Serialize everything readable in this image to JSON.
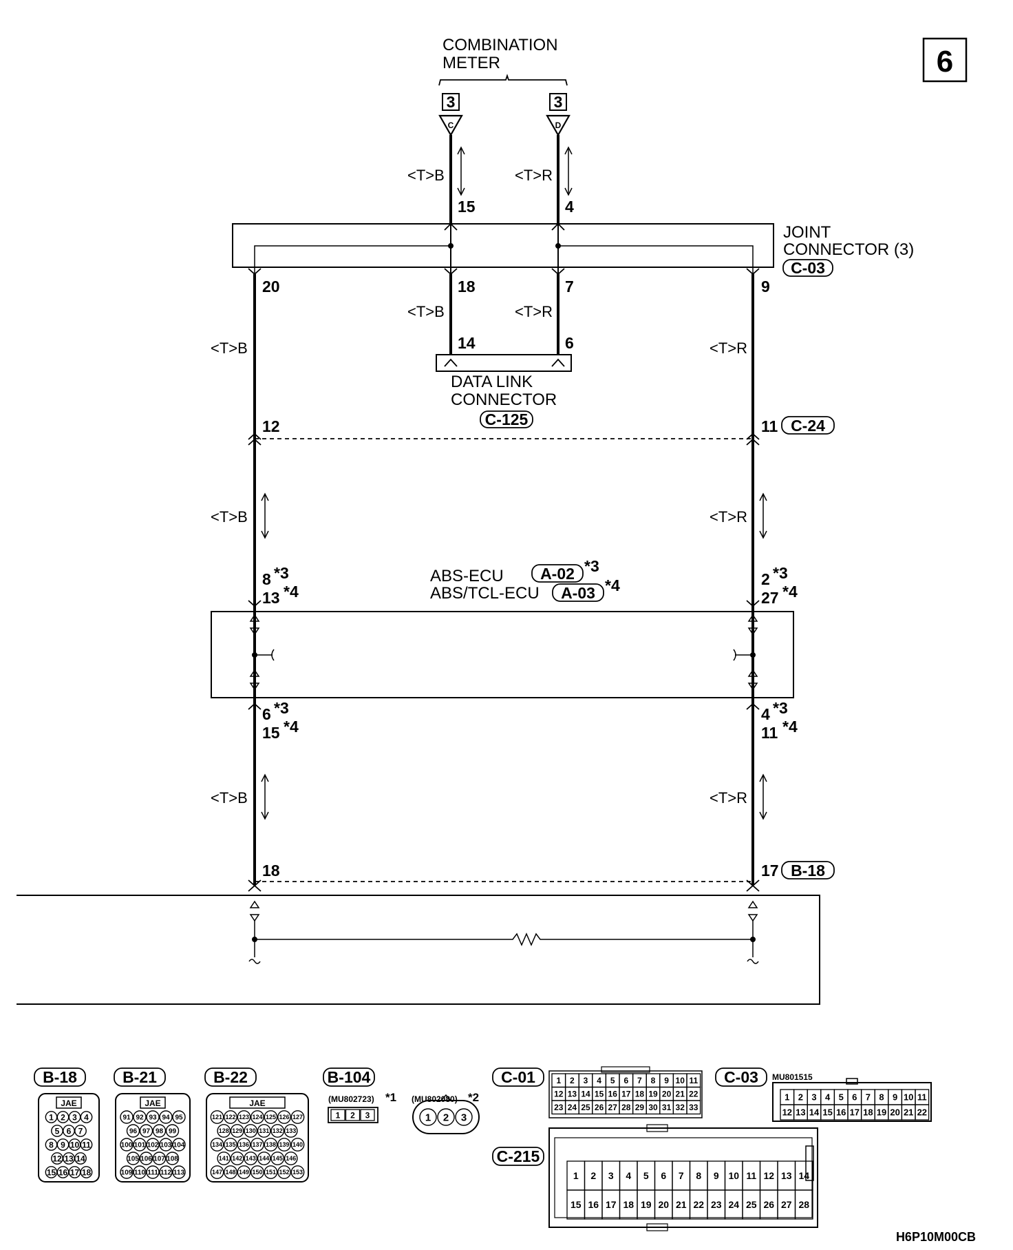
{
  "page_badge": "6",
  "figure_code": "H6P10M00CB",
  "combination_meter": {
    "title_line1": "COMBINATION",
    "title_line2": "METER",
    "left_tag": "3",
    "left_terminal": "C",
    "right_tag": "3",
    "right_terminal": "D"
  },
  "wire_labels": {
    "can_b": "<T>B",
    "can_r": "<T>R"
  },
  "joint_connector": {
    "title_line1": "JOINT",
    "title_line2": "CONNECTOR (3)",
    "code": "C-03",
    "pins": {
      "top_left": "15",
      "top_right": "4",
      "bottom_outer_left": "20",
      "bottom_mid_left": "18",
      "bottom_mid_right": "7",
      "bottom_outer_right": "9"
    }
  },
  "data_link_connector": {
    "title_line1": "DATA LINK",
    "title_line2": "CONNECTOR",
    "code": "C-125",
    "pin_left": "14",
    "pin_right": "6"
  },
  "c24": {
    "pin_left": "12",
    "pin_right": "11",
    "code": "C-24"
  },
  "abs_ecu": {
    "name_line1": "ABS-ECU",
    "code1": "A-02",
    "note1": "*3",
    "name_line2": "ABS/TCL-ECU",
    "code2": "A-03",
    "note2": "*4",
    "in_left_a": "8",
    "in_left_a_note": "*3",
    "in_left_b": "13",
    "in_left_b_note": "*4",
    "in_right_a": "2",
    "in_right_a_note": "*3",
    "in_right_b": "27",
    "in_right_b_note": "*4",
    "out_left_a": "6",
    "out_left_a_note": "*3",
    "out_left_b": "15",
    "out_left_b_note": "*4",
    "out_right_a": "4",
    "out_right_a_note": "*3",
    "out_right_b": "11",
    "out_right_b_note": "*4"
  },
  "b18_junction": {
    "pin_left": "18",
    "pin_right": "17",
    "code": "B-18"
  },
  "connector_views": {
    "b18": {
      "code": "B-18",
      "maker": "JAE",
      "rows": [
        [
          "1",
          "2",
          "3",
          "4"
        ],
        [
          "5",
          "6",
          "7"
        ],
        [
          "8",
          "9",
          "10",
          "11"
        ],
        [
          "12",
          "13",
          "14"
        ],
        [
          "15",
          "16",
          "17",
          "18"
        ]
      ]
    },
    "b21": {
      "code": "B-21",
      "maker": "JAE",
      "rows": [
        [
          "91",
          "92",
          "93",
          "94",
          "95"
        ],
        [
          "96",
          "97",
          "98",
          "99"
        ],
        [
          "100",
          "101",
          "102",
          "103",
          "104"
        ],
        [
          "105",
          "106",
          "107",
          "108"
        ],
        [
          "109",
          "110",
          "111",
          "112",
          "113"
        ]
      ]
    },
    "b22": {
      "code": "B-22",
      "maker": "JAE",
      "rows": [
        [
          "121",
          "122",
          "123",
          "124",
          "125",
          "126",
          "127"
        ],
        [
          "128",
          "129",
          "130",
          "131",
          "132",
          "133"
        ],
        [
          "134",
          "135",
          "136",
          "137",
          "138",
          "139",
          "140"
        ],
        [
          "141",
          "142",
          "143",
          "144",
          "145",
          "146"
        ],
        [
          "147",
          "148",
          "149",
          "150",
          "151",
          "152",
          "153"
        ]
      ]
    },
    "b104": {
      "code": "B-104",
      "part_a": "(MU802723)",
      "note_a": "*1",
      "part_b": "(MU802080)",
      "note_b": "*2",
      "pins": [
        "1",
        "2",
        "3"
      ]
    },
    "c01": {
      "code": "C-01",
      "rows": [
        [
          "1",
          "2",
          "3",
          "4",
          "5",
          "6",
          "7",
          "8",
          "9",
          "10",
          "11"
        ],
        [
          "12",
          "13",
          "14",
          "15",
          "16",
          "17",
          "18",
          "19",
          "20",
          "21",
          "22"
        ],
        [
          "23",
          "24",
          "25",
          "26",
          "27",
          "28",
          "29",
          "30",
          "31",
          "32",
          "33"
        ]
      ]
    },
    "c03": {
      "code": "C-03",
      "part": "MU801515",
      "rows": [
        [
          "1",
          "2",
          "3",
          "4",
          "5",
          "6",
          "7",
          "8",
          "9",
          "10",
          "11"
        ],
        [
          "12",
          "13",
          "14",
          "15",
          "16",
          "17",
          "18",
          "19",
          "20",
          "21",
          "22"
        ]
      ]
    },
    "c215": {
      "code": "C-215",
      "rows": [
        [
          "1",
          "2",
          "3",
          "4",
          "5",
          "6",
          "7",
          "8",
          "9",
          "10",
          "11",
          "12",
          "13",
          "14"
        ],
        [
          "15",
          "16",
          "17",
          "18",
          "19",
          "20",
          "21",
          "22",
          "23",
          "24",
          "25",
          "26",
          "27",
          "28"
        ]
      ]
    }
  }
}
